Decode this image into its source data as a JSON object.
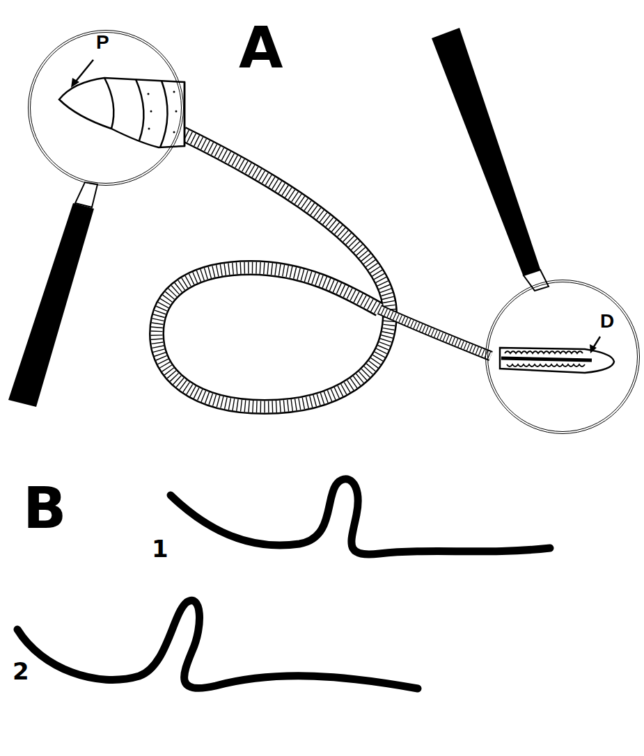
{
  "diagram": {
    "nodes": [
      {
        "text": [
          "P"
        ]
      },
      {
        "text": [
          "D"
        ]
      }
    ],
    "labels": [
      "A",
      "B",
      "1",
      "2"
    ]
  }
}
